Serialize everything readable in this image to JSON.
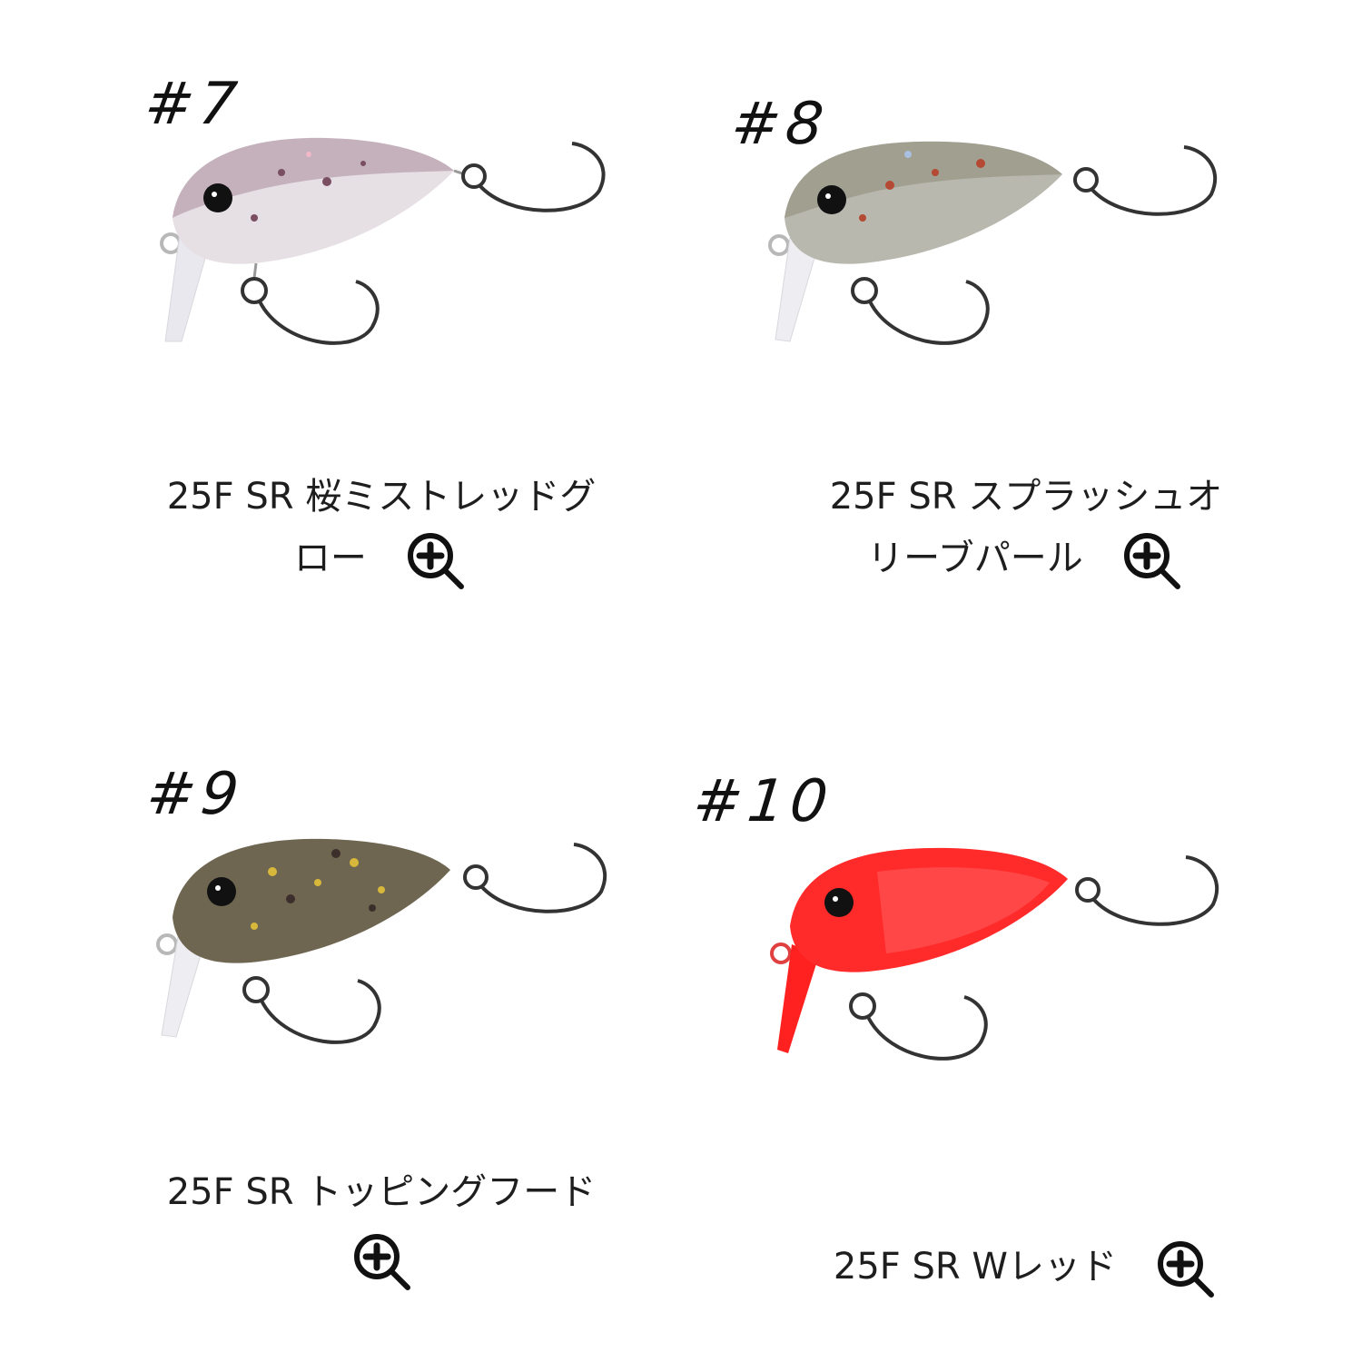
{
  "items": [
    {
      "number": "#7",
      "name_line1": "25F SR 桜ミストレッドグ",
      "name_line2": "ロー",
      "colors": {
        "body": "#e6dfe4",
        "back": "#a88a9a",
        "speckle": "#7a4f62",
        "belly": "#cfc3b2",
        "lip": "#e8e8ee"
      }
    },
    {
      "number": "#8",
      "name_line1": "25F SR スプラッシュオ",
      "name_line2": "リーブパール",
      "colors": {
        "body": "#b9b8ae",
        "back": "#8c8a78",
        "speckle": "#b44a34",
        "belly": "#c9c6b8",
        "lip": "#eeeef2"
      }
    },
    {
      "number": "#9",
      "name_line1": "25F SR トッピングフード",
      "name_line2": "",
      "colors": {
        "body": "#6e6650",
        "back": "#5a5240",
        "speckle": "#d8b83a",
        "belly": "#7c7458",
        "lip": "#eeeef2"
      }
    },
    {
      "number": "#10",
      "name_line1": "25F SR Wレッド",
      "name_line2": "",
      "colors": {
        "body": "#ff2a2a",
        "back": "#e81818",
        "speckle": "#ff7070",
        "belly": "#ff4a4a",
        "lip": "#ff2020"
      }
    }
  ],
  "icons": {
    "zoom": "zoom-in-magnifier-icon"
  }
}
